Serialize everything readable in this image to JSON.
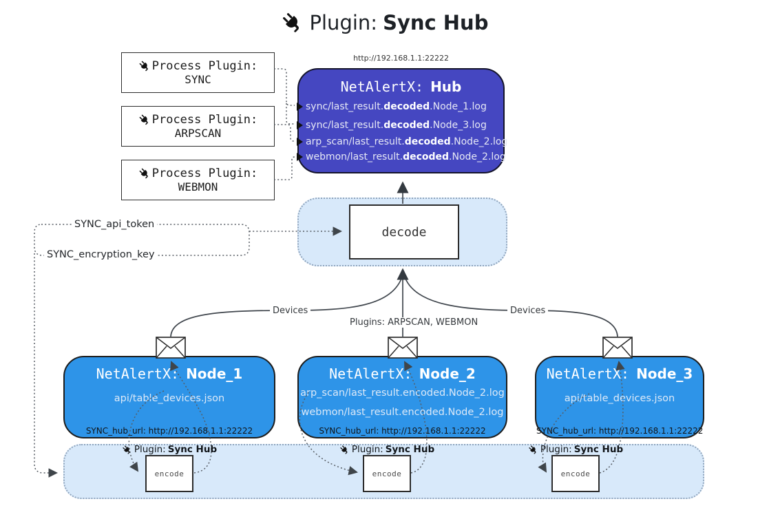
{
  "title": {
    "prefix": "Plugin:",
    "name": "Sync Hub"
  },
  "hub": {
    "url": "http://192.168.1.1:22222",
    "name_prefix": "NetAlertX:",
    "name": "Hub",
    "logs": [
      {
        "pre": "sync/last_result.",
        "em": "decoded",
        "post": ".Node_1.log"
      },
      {
        "pre": "sync/last_result.",
        "em": "decoded",
        "post": ".Node_3.log"
      },
      {
        "pre": "arp_scan/last_result.",
        "em": "decoded",
        "post": ".Node_2.log"
      },
      {
        "pre": "webmon/last_result.",
        "em": "decoded",
        "post": ".Node_2.log"
      }
    ]
  },
  "process_plugins": [
    {
      "label": "Process Plugin:",
      "name": "SYNC"
    },
    {
      "label": "Process Plugin:",
      "name": "ARPSCAN"
    },
    {
      "label": "Process Plugin:",
      "name": "WEBMON"
    }
  ],
  "decode_label": "decode",
  "settings": {
    "api_token": "SYNC_api_token",
    "encryption_key": "SYNC_encryption_key"
  },
  "edge_labels": {
    "devices_left": "Devices",
    "plugins_mid": "Plugins: ARPSCAN, WEBMON",
    "devices_right": "Devices"
  },
  "nodes": [
    {
      "name_prefix": "NetAlertX:",
      "name": "Node_1",
      "files": [
        "api/table_devices.json"
      ],
      "hub_url": "SYNC_hub_url: http://192.168.1.1:22222"
    },
    {
      "name_prefix": "NetAlertX:",
      "name": "Node_2",
      "files": [
        "arp_scan/last_result.encoded.Node_2.log",
        "webmon/last_result.encoded.Node_2.log"
      ],
      "hub_url": "SYNC_hub_url: http://192.168.1.1:22222"
    },
    {
      "name_prefix": "NetAlertX:",
      "name": "Node_3",
      "files": [
        "api/table_devices.json"
      ],
      "hub_url": "SYNC_hub_url: http://192.168.1.1:22222"
    }
  ],
  "encoder": {
    "plugin_prefix": "Plugin:",
    "plugin_name": "Sync Hub",
    "box_label": "encode"
  },
  "colors": {
    "hub_fill": "#4547C1",
    "node_fill": "#2E94E8",
    "panel_fill": "#D8E9FA",
    "panel_border": "#8FA4BC"
  }
}
